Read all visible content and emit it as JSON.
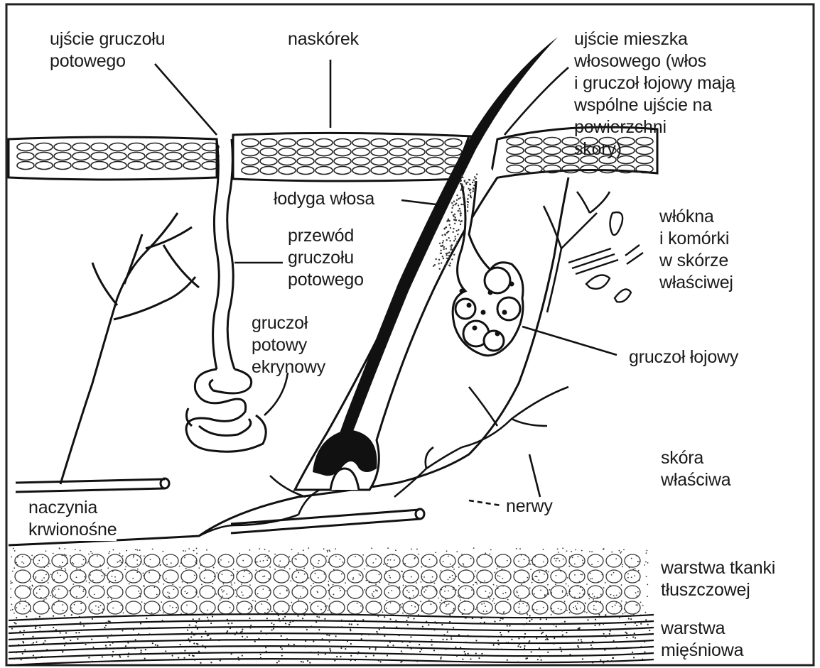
{
  "labels": {
    "sweat_pore": "ujście gruczołu\npotowego",
    "epidermis": "naskórek",
    "follicle_opening": "ujście mieszka\nwłosowego (włos\ni gruczoł łojowy mają\nwspólne ujście na\npowierzchni\nskóry)",
    "hair_shaft": "łodyga włosa",
    "sweat_duct": "przewód\ngruczołu\npotowego",
    "eccrine_gland": "gruczoł\npotowy\nekrynowy",
    "fibers_cells": "włókna\ni komórki\nw skórze\nwłaściwej",
    "sebaceous_gland": "gruczoł łojowy",
    "dermis": "skóra\nwłaściwa",
    "blood_vessels": "naczynia\nkrwionośne",
    "nerves": "nerwy",
    "fat_layer": "warstwa tkanki\ntłuszczowej",
    "muscle_layer": "warstwa\nmięśniowa"
  }
}
